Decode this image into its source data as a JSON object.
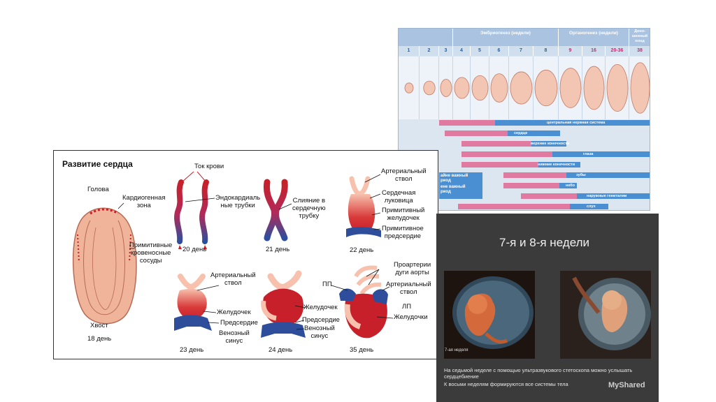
{
  "dev_table": {
    "header_embryogenesis": "Эмбриогенез (недели)",
    "header_organogenesis": "Органогенез (недели)",
    "header_term": "Доно-шенный плод",
    "weeks": [
      "1",
      "2",
      "3",
      "4",
      "5",
      "6",
      "7",
      "8",
      "9",
      "16",
      "20-36",
      "38"
    ],
    "systems": [
      "центральная нервная система",
      "сердце",
      "верхние конечности",
      "глаза",
      "нижние конечности",
      "зубы",
      "небо",
      "наружные гениталии",
      "слух"
    ],
    "critical_note": "айне важный\nриод",
    "critical_note2": "ене важный\nриод"
  },
  "heart": {
    "title": "Развитие сердца",
    "labels": {
      "head": "Голова",
      "cardiogenic_zone": "Кардиогенная\nзона",
      "primitive_vessels": "Примитивные\nкровеносные\nсосуды",
      "tail": "Хвост",
      "day18": "18 день",
      "blood_flow": "Ток крови",
      "endocardial": "Эндокардиаль\nные трубки",
      "day20": "20 день",
      "fusion": "Слияние в\nсердечную\nтрубку",
      "day21": "21 день",
      "arterial_trunk_1": "Артериальный\nствол",
      "bulb": "Сердечная\nлуковица",
      "prim_ventricle": "Примитивный\nжелудочек",
      "prim_atrium": "Примитивное\nпредсердие",
      "day22": "22 день",
      "arterial_trunk_2": "Артериальный\nствол",
      "ventricle_23": "Желудочек",
      "atrium_23": "Предсердие",
      "venous_23": "Венозный\nсинус",
      "day23": "23 день",
      "ventricle_24": "Желудочек",
      "atrium_24": "Предсердие",
      "venous_24": "Венозный\nсинус",
      "day24": "24 день",
      "pp": "ПП",
      "proarteries": "Проартерии\nдуги аорты",
      "arterial_trunk_3": "Артериальный\nствол",
      "lp": "ЛП",
      "ventricles": "Желудочки",
      "day35": "35 день"
    }
  },
  "weeks_panel": {
    "title": "7-я и 8-я недели",
    "week_label": "7-ая неделя",
    "caption_1": "На седьмой неделе с помощью ультразвукового стетоскопа можно услышать сердцебиение",
    "caption_2": "К восьми неделям формируются все системы тела",
    "watermark": "MyShared"
  },
  "colors": {
    "table_header": "#a9c3e0",
    "bar_pink": "#e07aa0",
    "bar_blue": "#4a8fd1",
    "vessel_red": "#c8202a",
    "vessel_blue": "#2e4e9c",
    "embryo_skin": "#f0b49a"
  }
}
